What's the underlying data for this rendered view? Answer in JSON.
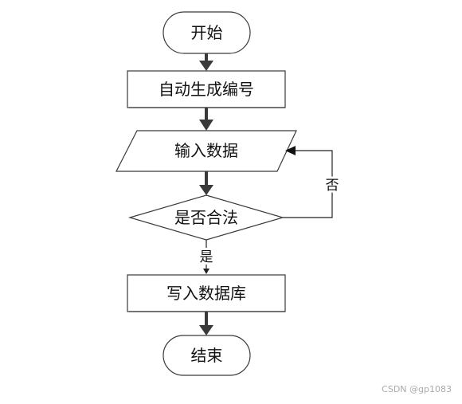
{
  "nodes": {
    "start": "开始",
    "auto_number": "自动生成编号",
    "input_data": "输入数据",
    "is_valid": "是否合法",
    "write_db": "写入数据库",
    "end": "结束"
  },
  "edges": {
    "yes": "是",
    "no": "否"
  },
  "watermark": "CSDN @gp1083"
}
